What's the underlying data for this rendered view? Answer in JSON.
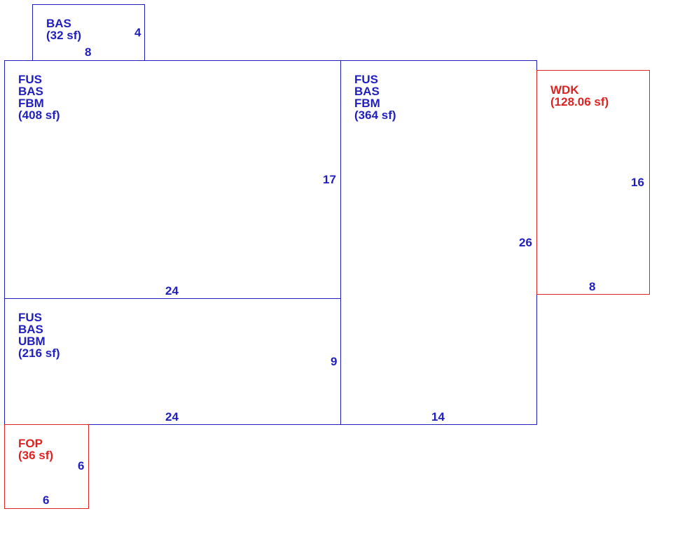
{
  "colors": {
    "living": "#1f1fbf",
    "exterior": "#dd2222"
  },
  "areas": {
    "bas_top": {
      "lines": [
        "BAS",
        "(32 sf)"
      ],
      "dims": {
        "side": "4",
        "bottom": "8"
      }
    },
    "main_left": {
      "lines": [
        "FUS",
        "BAS",
        "FBM",
        "(408 sf)"
      ],
      "dims": {
        "side": "17",
        "bottom": "24"
      }
    },
    "main_right": {
      "lines": [
        "FUS",
        "BAS",
        "FBM",
        "(364 sf)"
      ],
      "dims": {
        "side": "26",
        "bottom": "14"
      }
    },
    "wdk": {
      "lines": [
        "WDK",
        "(128.06 sf)"
      ],
      "dims": {
        "side": "16",
        "bottom": "8"
      }
    },
    "lower_left": {
      "lines": [
        "FUS",
        "BAS",
        "UBM",
        "(216 sf)"
      ],
      "dims": {
        "side": "9",
        "bottom": "24"
      }
    },
    "fop": {
      "lines": [
        "FOP",
        "(36 sf)"
      ],
      "dims": {
        "side": "6",
        "bottom": "6"
      }
    }
  }
}
